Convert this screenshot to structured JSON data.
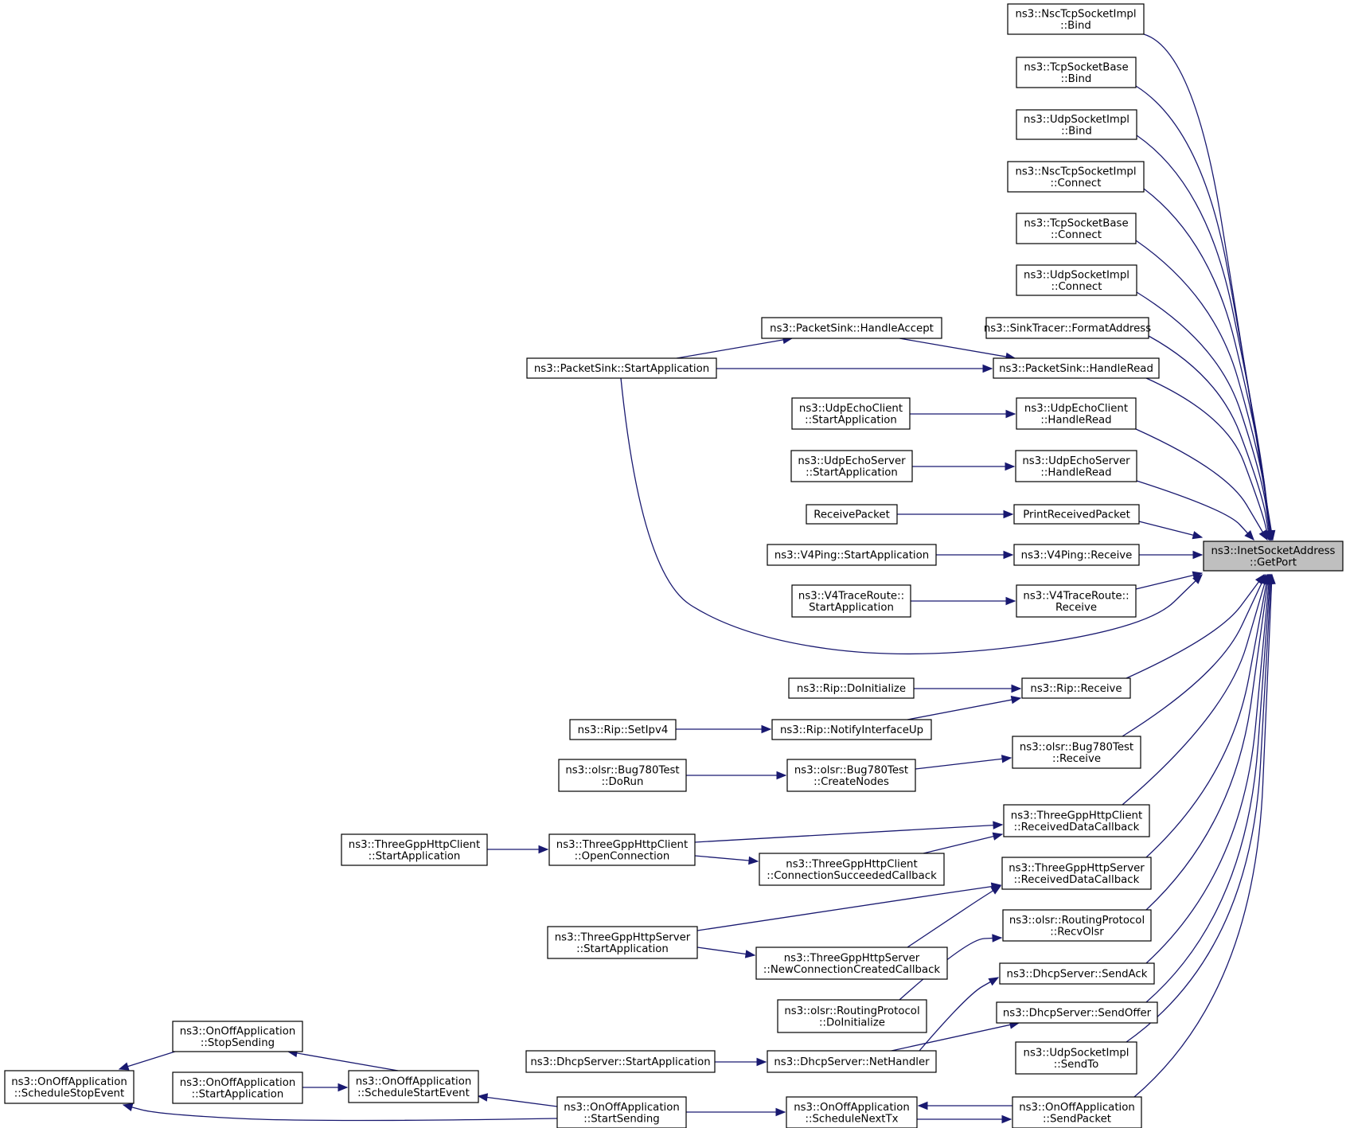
{
  "graph": {
    "root": "ns3::InetSocketAddress::GetPort",
    "colors": {
      "edge": "#191970",
      "root_fill": "#bfbfbf",
      "node_fill": "#ffffff",
      "node_stroke": "#000000"
    },
    "nodes": [
      {
        "id": "root",
        "lines": [
          "ns3::InetSocketAddress",
          "::GetPort"
        ]
      },
      {
        "id": "nsc_bind",
        "lines": [
          "ns3::NscTcpSocketImpl",
          "::Bind"
        ]
      },
      {
        "id": "tcp_bind",
        "lines": [
          "ns3::TcpSocketBase",
          "::Bind"
        ]
      },
      {
        "id": "udp_bind",
        "lines": [
          "ns3::UdpSocketImpl",
          "::Bind"
        ]
      },
      {
        "id": "nsc_connect",
        "lines": [
          "ns3::NscTcpSocketImpl",
          "::Connect"
        ]
      },
      {
        "id": "tcp_connect",
        "lines": [
          "ns3::TcpSocketBase",
          "::Connect"
        ]
      },
      {
        "id": "udp_connect",
        "lines": [
          "ns3::UdpSocketImpl",
          "::Connect"
        ]
      },
      {
        "id": "sinktracer",
        "lines": [
          "ns3::SinkTracer::FormatAddress"
        ]
      },
      {
        "id": "ps_handleaccept",
        "lines": [
          "ns3::PacketSink::HandleAccept"
        ]
      },
      {
        "id": "ps_startapp",
        "lines": [
          "ns3::PacketSink::StartApplication"
        ]
      },
      {
        "id": "ps_handleread",
        "lines": [
          "ns3::PacketSink::HandleRead"
        ]
      },
      {
        "id": "uec_startapp",
        "lines": [
          "ns3::UdpEchoClient",
          "::StartApplication"
        ]
      },
      {
        "id": "uec_handleread",
        "lines": [
          "ns3::UdpEchoClient",
          "::HandleRead"
        ]
      },
      {
        "id": "ues_startapp",
        "lines": [
          "ns3::UdpEchoServer",
          "::StartApplication"
        ]
      },
      {
        "id": "ues_handleread",
        "lines": [
          "ns3::UdpEchoServer",
          "::HandleRead"
        ]
      },
      {
        "id": "receivepacket",
        "lines": [
          "ReceivePacket"
        ]
      },
      {
        "id": "printreceived",
        "lines": [
          "PrintReceivedPacket"
        ]
      },
      {
        "id": "v4ping_startapp",
        "lines": [
          "ns3::V4Ping::StartApplication"
        ]
      },
      {
        "id": "v4ping_receive",
        "lines": [
          "ns3::V4Ping::Receive"
        ]
      },
      {
        "id": "v4tr_startapp",
        "lines": [
          "ns3::V4TraceRoute::",
          "StartApplication"
        ]
      },
      {
        "id": "v4tr_receive",
        "lines": [
          "ns3::V4TraceRoute::",
          "Receive"
        ]
      },
      {
        "id": "rip_doinit",
        "lines": [
          "ns3::Rip::DoInitialize"
        ]
      },
      {
        "id": "rip_receive",
        "lines": [
          "ns3::Rip::Receive"
        ]
      },
      {
        "id": "rip_setipv4",
        "lines": [
          "ns3::Rip::SetIpv4"
        ]
      },
      {
        "id": "rip_notify",
        "lines": [
          "ns3::Rip::NotifyInterfaceUp"
        ]
      },
      {
        "id": "bug_dorun",
        "lines": [
          "ns3::olsr::Bug780Test",
          "::DoRun"
        ]
      },
      {
        "id": "bug_createnodes",
        "lines": [
          "ns3::olsr::Bug780Test",
          "::CreateNodes"
        ]
      },
      {
        "id": "bug_receive",
        "lines": [
          "ns3::olsr::Bug780Test",
          "::Receive"
        ]
      },
      {
        "id": "hc_startapp",
        "lines": [
          "ns3::ThreeGppHttpClient",
          "::StartApplication"
        ]
      },
      {
        "id": "hc_openconn",
        "lines": [
          "ns3::ThreeGppHttpClient",
          "::OpenConnection"
        ]
      },
      {
        "id": "hc_received",
        "lines": [
          "ns3::ThreeGppHttpClient",
          "::ReceivedDataCallback"
        ]
      },
      {
        "id": "hc_connsucc",
        "lines": [
          "ns3::ThreeGppHttpClient",
          "::ConnectionSucceededCallback"
        ]
      },
      {
        "id": "hs_received",
        "lines": [
          "ns3::ThreeGppHttpServer",
          "::ReceivedDataCallback"
        ]
      },
      {
        "id": "hs_startapp",
        "lines": [
          "ns3::ThreeGppHttpServer",
          "::StartApplication"
        ]
      },
      {
        "id": "hs_newconn",
        "lines": [
          "ns3::ThreeGppHttpServer",
          "::NewConnectionCreatedCallback"
        ]
      },
      {
        "id": "olsr_recv",
        "lines": [
          "ns3::olsr::RoutingProtocol",
          "::RecvOlsr"
        ]
      },
      {
        "id": "olsr_doinit",
        "lines": [
          "ns3::olsr::RoutingProtocol",
          "::DoInitialize"
        ]
      },
      {
        "id": "dhcp_sendack",
        "lines": [
          "ns3::DhcpServer::SendAck"
        ]
      },
      {
        "id": "dhcp_sendoffer",
        "lines": [
          "ns3::DhcpServer::SendOffer"
        ]
      },
      {
        "id": "dhcp_startapp",
        "lines": [
          "ns3::DhcpServer::StartApplication"
        ]
      },
      {
        "id": "dhcp_nethandler",
        "lines": [
          "ns3::DhcpServer::NetHandler"
        ]
      },
      {
        "id": "udp_sendto",
        "lines": [
          "ns3::UdpSocketImpl",
          "::SendTo"
        ]
      },
      {
        "id": "onoff_stopsending",
        "lines": [
          "ns3::OnOffApplication",
          "::StopSending"
        ]
      },
      {
        "id": "onoff_schedstop",
        "lines": [
          "ns3::OnOffApplication",
          "::ScheduleStopEvent"
        ]
      },
      {
        "id": "onoff_startapp",
        "lines": [
          "ns3::OnOffApplication",
          "::StartApplication"
        ]
      },
      {
        "id": "onoff_schedstart",
        "lines": [
          "ns3::OnOffApplication",
          "::ScheduleStartEvent"
        ]
      },
      {
        "id": "onoff_startsending",
        "lines": [
          "ns3::OnOffApplication",
          "::StartSending"
        ]
      },
      {
        "id": "onoff_schednexttx",
        "lines": [
          "ns3::OnOffApplication",
          "::ScheduleNextTx"
        ]
      },
      {
        "id": "onoff_sendpacket",
        "lines": [
          "ns3::OnOffApplication",
          "::SendPacket"
        ]
      }
    ],
    "edges": [
      {
        "from": "nsc_bind",
        "to": "root"
      },
      {
        "from": "tcp_bind",
        "to": "root"
      },
      {
        "from": "udp_bind",
        "to": "root"
      },
      {
        "from": "nsc_connect",
        "to": "root"
      },
      {
        "from": "tcp_connect",
        "to": "root"
      },
      {
        "from": "udp_connect",
        "to": "root"
      },
      {
        "from": "sinktracer",
        "to": "root"
      },
      {
        "from": "ps_handleread",
        "to": "root"
      },
      {
        "from": "uec_handleread",
        "to": "root"
      },
      {
        "from": "ues_handleread",
        "to": "root"
      },
      {
        "from": "printreceived",
        "to": "root"
      },
      {
        "from": "v4ping_receive",
        "to": "root"
      },
      {
        "from": "v4tr_receive",
        "to": "root"
      },
      {
        "from": "ps_startapp",
        "to": "root"
      },
      {
        "from": "rip_receive",
        "to": "root"
      },
      {
        "from": "bug_receive",
        "to": "root"
      },
      {
        "from": "hc_received",
        "to": "root"
      },
      {
        "from": "hs_received",
        "to": "root"
      },
      {
        "from": "olsr_recv",
        "to": "root"
      },
      {
        "from": "dhcp_sendack",
        "to": "root"
      },
      {
        "from": "dhcp_sendoffer",
        "to": "root"
      },
      {
        "from": "udp_sendto",
        "to": "root"
      },
      {
        "from": "onoff_sendpacket",
        "to": "root"
      },
      {
        "from": "ps_startapp",
        "to": "ps_handleaccept"
      },
      {
        "from": "ps_handleaccept",
        "to": "ps_handleread"
      },
      {
        "from": "ps_startapp",
        "to": "ps_handleread"
      },
      {
        "from": "uec_startapp",
        "to": "uec_handleread"
      },
      {
        "from": "ues_startapp",
        "to": "ues_handleread"
      },
      {
        "from": "receivepacket",
        "to": "printreceived"
      },
      {
        "from": "v4ping_startapp",
        "to": "v4ping_receive"
      },
      {
        "from": "v4tr_startapp",
        "to": "v4tr_receive"
      },
      {
        "from": "rip_doinit",
        "to": "rip_receive"
      },
      {
        "from": "rip_notify",
        "to": "rip_receive"
      },
      {
        "from": "rip_setipv4",
        "to": "rip_notify"
      },
      {
        "from": "bug_dorun",
        "to": "bug_createnodes"
      },
      {
        "from": "bug_createnodes",
        "to": "bug_receive"
      },
      {
        "from": "hc_startapp",
        "to": "hc_openconn"
      },
      {
        "from": "hc_openconn",
        "to": "hc_received"
      },
      {
        "from": "hc_openconn",
        "to": "hc_connsucc"
      },
      {
        "from": "hc_connsucc",
        "to": "hc_received"
      },
      {
        "from": "hs_startapp",
        "to": "hs_received"
      },
      {
        "from": "hs_startapp",
        "to": "hs_newconn"
      },
      {
        "from": "hs_newconn",
        "to": "hs_received"
      },
      {
        "from": "olsr_doinit",
        "to": "olsr_recv"
      },
      {
        "from": "dhcp_startapp",
        "to": "dhcp_nethandler"
      },
      {
        "from": "dhcp_nethandler",
        "to": "dhcp_sendack"
      },
      {
        "from": "dhcp_nethandler",
        "to": "dhcp_sendoffer"
      },
      {
        "from": "onoff_schedstart",
        "to": "onoff_stopsending"
      },
      {
        "from": "onoff_stopsending",
        "to": "onoff_schedstop"
      },
      {
        "from": "onoff_startapp",
        "to": "onoff_schedstart"
      },
      {
        "from": "onoff_startsending",
        "to": "onoff_schedstart"
      },
      {
        "from": "onoff_startsending",
        "to": "onoff_schedstop"
      },
      {
        "from": "onoff_startsending",
        "to": "onoff_schednexttx"
      },
      {
        "from": "onoff_schednexttx",
        "to": "onoff_sendpacket"
      },
      {
        "from": "onoff_sendpacket",
        "to": "onoff_schednexttx"
      }
    ]
  }
}
